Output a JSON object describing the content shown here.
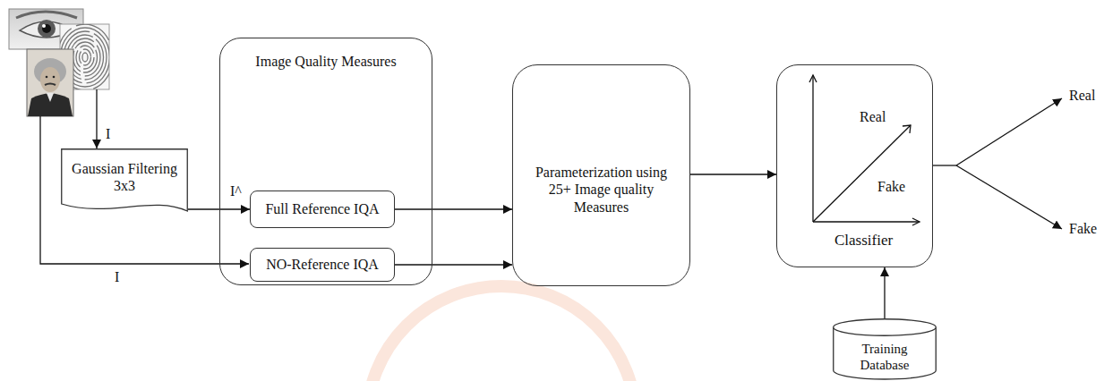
{
  "diagram": {
    "nodes": [
      {
        "text": [
          "Gaussian Filtering 3x3"
        ]
      },
      {
        "text": [
          "Image Quality Measures"
        ]
      },
      {
        "text": [
          "Full Reference IQA"
        ],
        "in": 1
      },
      {
        "text": [
          "NO-Reference IQA"
        ],
        "in": 1
      },
      {
        "text": [
          "Parameterization using 25+ Image quality Measures"
        ]
      },
      {
        "text": [
          "Real",
          "Fake",
          "Classifier"
        ]
      },
      {
        "text": [
          "Training Database"
        ]
      }
    ],
    "edges": [
      {
        "from": 0,
        "to": 2,
        "arrow": "to",
        "label": "I^"
      },
      {
        "from": 2,
        "to": 4,
        "arrow": "to"
      },
      {
        "from": 3,
        "to": 4,
        "arrow": "to"
      },
      {
        "from": 4,
        "to": 5,
        "arrow": "to"
      },
      {
        "from": 6,
        "to": 5,
        "arrow": "to"
      }
    ],
    "labels": [
      "I",
      "I",
      "Real",
      "Fake"
    ]
  }
}
